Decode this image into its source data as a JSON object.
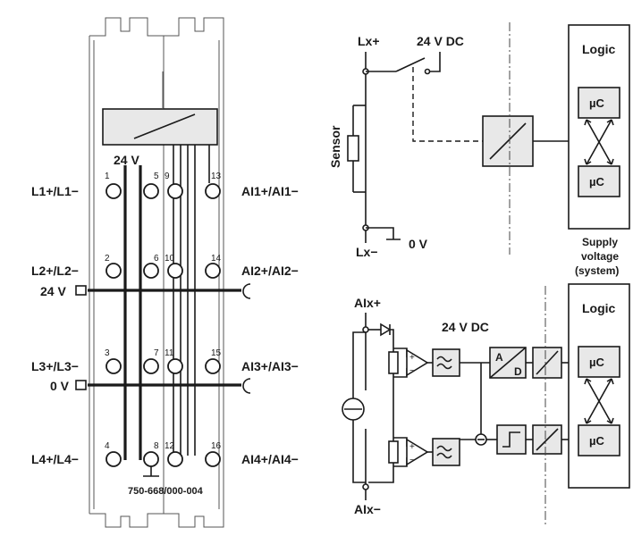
{
  "module": {
    "part_number": "750-668/000-004",
    "internal_supply": "24 V",
    "left_labels": [
      "L1+/L1−",
      "L2+/L2−",
      "24 V",
      "L3+/L3−",
      "0 V",
      "L4+/L4−"
    ],
    "right_labels": [
      "AI1+/AI1−",
      "AI2+/AI2−",
      "AI3+/AI3−",
      "AI4+/AI4−"
    ],
    "pins": [
      "1",
      "5",
      "9",
      "13",
      "2",
      "6",
      "10",
      "14",
      "3",
      "7",
      "11",
      "15",
      "4",
      "8",
      "12",
      "16"
    ]
  },
  "sensor_circuit": {
    "top_label": "Lx+",
    "supply_label": "24 V DC",
    "sensor_label": "Sensor",
    "bottom_label": "Lx−",
    "ground_label": "0 V",
    "logic_title": "Logic",
    "uc_labels": [
      "µC",
      "µC"
    ]
  },
  "input_circuit": {
    "top_label": "AIx+",
    "supply_label": "24 V DC",
    "bottom_label": "AIx−",
    "adc_labels": [
      "A",
      "D"
    ],
    "logic_title": "Logic",
    "uc_labels": [
      "µC",
      "µC"
    ],
    "supply_title": [
      "Supply",
      "voltage",
      "(system)"
    ]
  }
}
